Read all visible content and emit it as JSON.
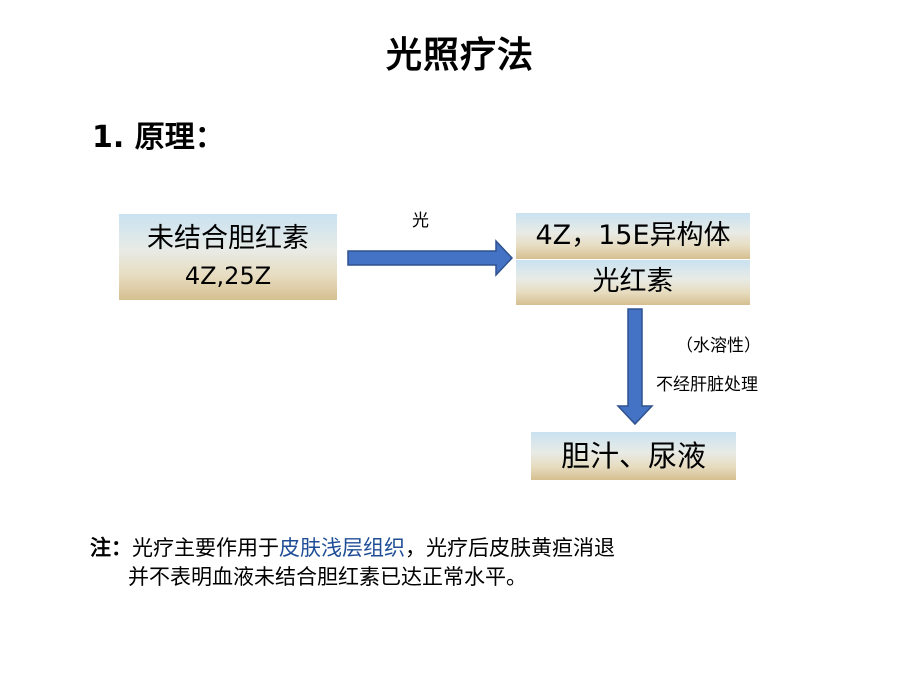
{
  "title": "光照疗法",
  "section_heading": "1. 原理：",
  "diagram": {
    "source_box": {
      "line1": "未结合胆红素",
      "line2": "4Z,25Z"
    },
    "arrow_label": "光",
    "isomer_box": "4Z，15E异构体",
    "lumirubin_box": "光红素",
    "solubility_label": "（水溶性）",
    "liver_label": "不经肝脏处理",
    "result_box": "胆汁、尿液"
  },
  "note": {
    "prefix": "注：",
    "part1": "光疗主要作用于",
    "highlight": "皮肤浅层组织",
    "part2": "，光疗后皮肤黄疸消退",
    "line2": "并不表明血液未结合胆红素已达正常水平。"
  },
  "colors": {
    "arrow_fill": "#4472c4",
    "arrow_stroke": "#2f528f",
    "highlight_text": "#1f4e96"
  }
}
